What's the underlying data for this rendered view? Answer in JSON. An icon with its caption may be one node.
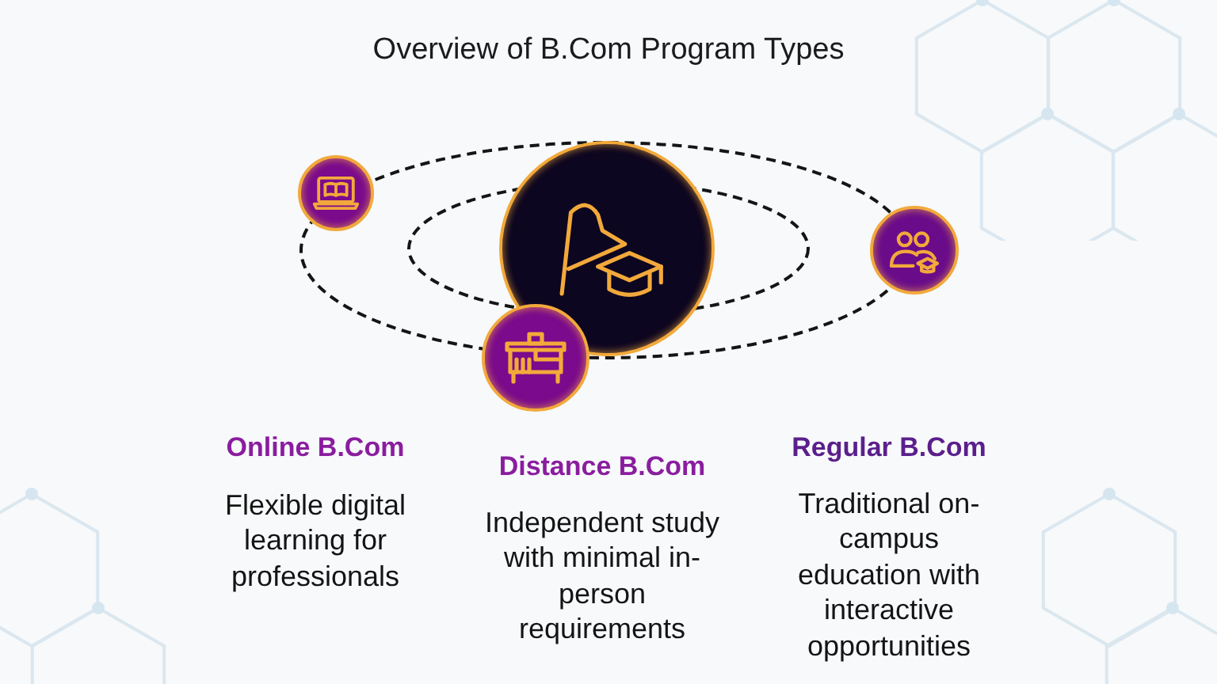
{
  "diagram": {
    "title": "Overview of B.Com Program Types",
    "nodes": [
      {
        "text": [],
        "shape": "circle"
      },
      {
        "text": [],
        "shape": "circle",
        "beside": [
          "Online B.Com",
          "Flexible digital learning for professionals"
        ]
      },
      {
        "text": [],
        "shape": "circle",
        "beside": [
          "Distance B.Com",
          "Independent study with minimal in-person requirements"
        ]
      },
      {
        "text": [],
        "shape": "circle",
        "beside": [
          "Regular B.Com",
          "Traditional on-campus education with interactive opportunities"
        ]
      }
    ]
  }
}
